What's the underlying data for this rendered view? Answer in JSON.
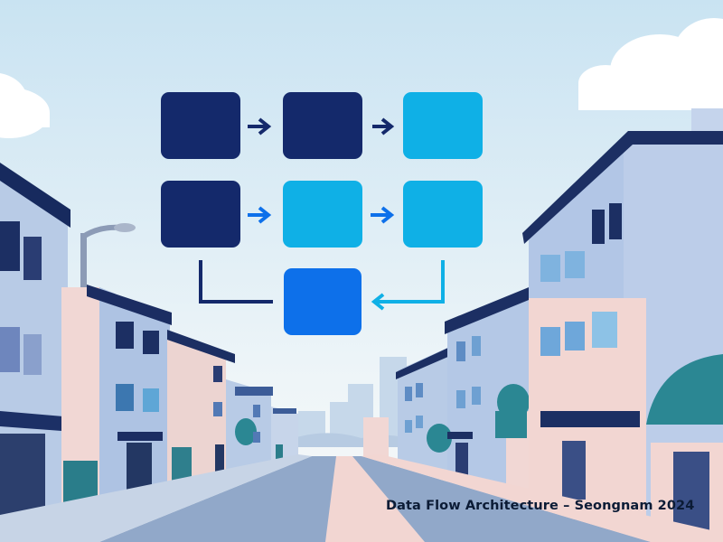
{
  "caption": "Data Flow Architecture – Seongnam 2024",
  "colors": {
    "sky_top": "#c9e3f2",
    "sky_bottom": "#f4f8fa",
    "navy": "#14296b",
    "cyan": "#0fb0e6",
    "blue": "#0d70ea",
    "road": "#8fa6c7",
    "sidewalk": "#f2d6d2"
  },
  "diagram": {
    "blocks": [
      {
        "id": "r1c1",
        "color": "navy"
      },
      {
        "id": "r1c2",
        "color": "navy"
      },
      {
        "id": "r1c3",
        "color": "cyan"
      },
      {
        "id": "r2c1",
        "color": "navy"
      },
      {
        "id": "r2c2",
        "color": "cyan"
      },
      {
        "id": "r2c3",
        "color": "cyan"
      },
      {
        "id": "r3c2",
        "color": "blue"
      }
    ],
    "connections": [
      {
        "from": "r1c1",
        "to": "r1c2",
        "color": "navy"
      },
      {
        "from": "r1c2",
        "to": "r1c3",
        "color": "navy"
      },
      {
        "from": "r2c1",
        "to": "r2c2",
        "color": "blue"
      },
      {
        "from": "r2c2",
        "to": "r2c3",
        "color": "blue"
      },
      {
        "from": "r2c1",
        "to": "r3c2",
        "color": "navy",
        "arrow": false
      },
      {
        "from": "r2c3",
        "to": "r3c2",
        "color": "cyan",
        "arrow": true
      }
    ]
  }
}
